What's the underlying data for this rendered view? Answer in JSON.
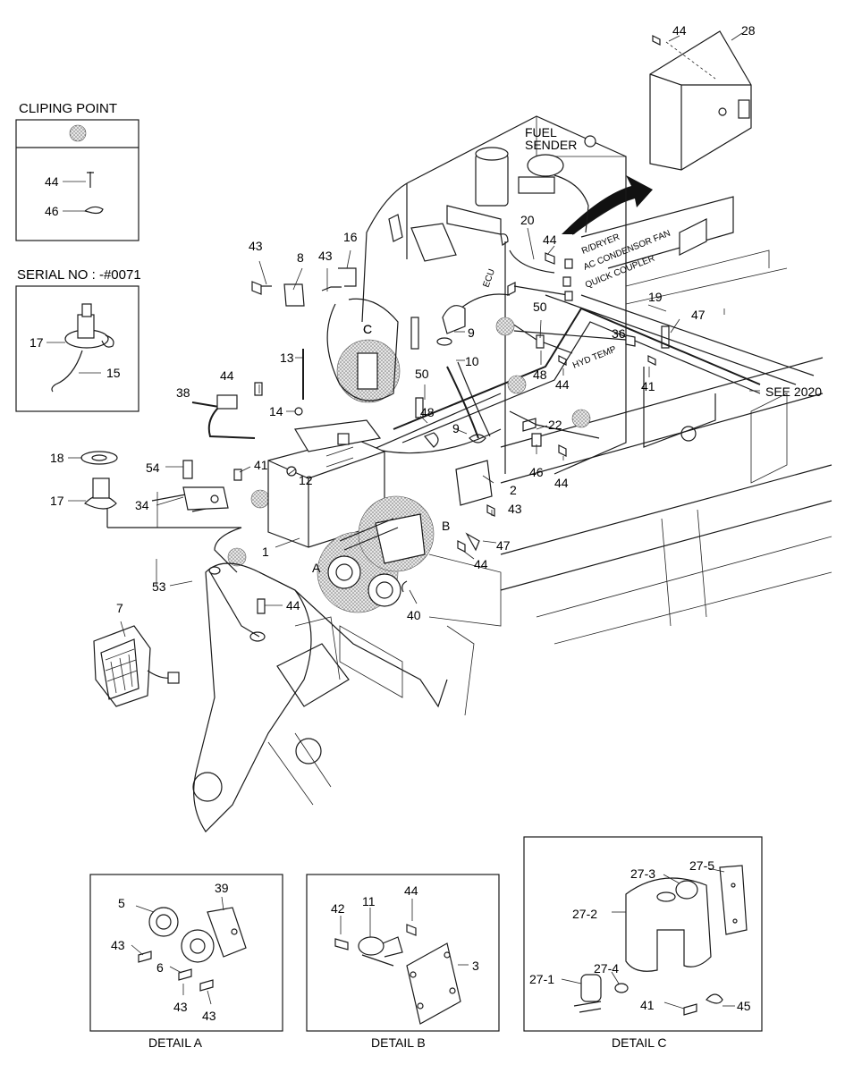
{
  "headers": {
    "cliping_point": "CLIPING POINT",
    "serial_no": "SERIAL NO : -#0071"
  },
  "callouts": {
    "fuel_sender": [
      "FUEL",
      "SENDER"
    ],
    "ecu": "ECU",
    "r_dryer": "R/DRYER",
    "ac_condensor_fan": "AC CONDENSOR FAN",
    "quick_coupler": "QUICK COUPLER",
    "hyd_temp": "HYD TEMP",
    "see_2020": "SEE 2020",
    "detail_a_marker": "A",
    "detail_b_marker": "B",
    "detail_c_marker": "C"
  },
  "details": {
    "a": "DETAIL A",
    "b": "DETAIL B",
    "c": "DETAIL C"
  },
  "part_numbers": [
    {
      "id": "p44a",
      "text": "44"
    },
    {
      "id": "p28",
      "text": "28"
    },
    {
      "id": "p44clip",
      "text": "44"
    },
    {
      "id": "p46clip",
      "text": "46"
    },
    {
      "id": "p17ser",
      "text": "17"
    },
    {
      "id": "p15",
      "text": "15"
    },
    {
      "id": "p43a",
      "text": "43"
    },
    {
      "id": "p8",
      "text": "8"
    },
    {
      "id": "p43b",
      "text": "43"
    },
    {
      "id": "p16",
      "text": "16"
    },
    {
      "id": "p20",
      "text": "20"
    },
    {
      "id": "p44b",
      "text": "44"
    },
    {
      "id": "pC",
      "text": "C"
    },
    {
      "id": "p9a",
      "text": "9"
    },
    {
      "id": "p50a",
      "text": "50"
    },
    {
      "id": "p19",
      "text": "19"
    },
    {
      "id": "p47a",
      "text": "47"
    },
    {
      "id": "p36",
      "text": "36"
    },
    {
      "id": "p13",
      "text": "13"
    },
    {
      "id": "p10",
      "text": "10"
    },
    {
      "id": "p48a",
      "text": "48"
    },
    {
      "id": "p44c",
      "text": "44"
    },
    {
      "id": "p41a",
      "text": "41"
    },
    {
      "id": "p44d",
      "text": "44"
    },
    {
      "id": "p38",
      "text": "38"
    },
    {
      "id": "p50b",
      "text": "50"
    },
    {
      "id": "p14",
      "text": "14"
    },
    {
      "id": "p48b",
      "text": "48"
    },
    {
      "id": "p9b",
      "text": "9"
    },
    {
      "id": "p22",
      "text": "22"
    },
    {
      "id": "p18",
      "text": "18"
    },
    {
      "id": "p54",
      "text": "54"
    },
    {
      "id": "p41b",
      "text": "41"
    },
    {
      "id": "p12",
      "text": "12"
    },
    {
      "id": "p46",
      "text": "46"
    },
    {
      "id": "p44e",
      "text": "44"
    },
    {
      "id": "p17",
      "text": "17"
    },
    {
      "id": "p34",
      "text": "34"
    },
    {
      "id": "p2",
      "text": "2"
    },
    {
      "id": "p43c",
      "text": "43"
    },
    {
      "id": "p1",
      "text": "1"
    },
    {
      "id": "p47b",
      "text": "47"
    },
    {
      "id": "p44f",
      "text": "44"
    },
    {
      "id": "p53",
      "text": "53"
    },
    {
      "id": "p7",
      "text": "7"
    },
    {
      "id": "p44g",
      "text": "44"
    },
    {
      "id": "p40",
      "text": "40"
    },
    {
      "id": "dA5",
      "text": "5"
    },
    {
      "id": "dA39",
      "text": "39"
    },
    {
      "id": "dA43a",
      "text": "43"
    },
    {
      "id": "dA6",
      "text": "6"
    },
    {
      "id": "dA43b",
      "text": "43"
    },
    {
      "id": "dA43c",
      "text": "43"
    },
    {
      "id": "dB44",
      "text": "44"
    },
    {
      "id": "dB42",
      "text": "42"
    },
    {
      "id": "dB11",
      "text": "11"
    },
    {
      "id": "dB3",
      "text": "3"
    },
    {
      "id": "dC273",
      "text": "27-3"
    },
    {
      "id": "dC275",
      "text": "27-5"
    },
    {
      "id": "dC272",
      "text": "27-2"
    },
    {
      "id": "dC274",
      "text": "27-4"
    },
    {
      "id": "dC271",
      "text": "27-1"
    },
    {
      "id": "dC41",
      "text": "41"
    },
    {
      "id": "dC45",
      "text": "45"
    }
  ],
  "colors": {
    "line": "#1a1a1a",
    "stipple": "#9a9a9a"
  }
}
